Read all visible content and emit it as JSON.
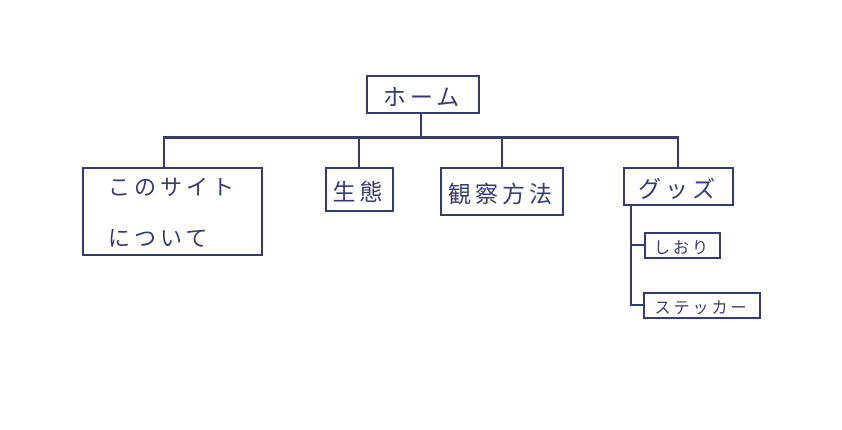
{
  "diagram": {
    "type": "sitemap-tree",
    "colors": {
      "line": "#383b6d",
      "background": "#ffffff"
    },
    "nodes": {
      "home": {
        "label": "ホーム"
      },
      "about": {
        "lines": [
          "このサイト",
          "について"
        ]
      },
      "ecology": {
        "label": "生態"
      },
      "observation": {
        "label": "観察方法"
      },
      "goods": {
        "label": "グッズ"
      },
      "bookmark": {
        "label": "しおり"
      },
      "sticker": {
        "label": "ステッカー"
      }
    },
    "edges": [
      [
        "home",
        "about"
      ],
      [
        "home",
        "ecology"
      ],
      [
        "home",
        "observation"
      ],
      [
        "home",
        "goods"
      ],
      [
        "goods",
        "bookmark"
      ],
      [
        "goods",
        "sticker"
      ]
    ]
  }
}
